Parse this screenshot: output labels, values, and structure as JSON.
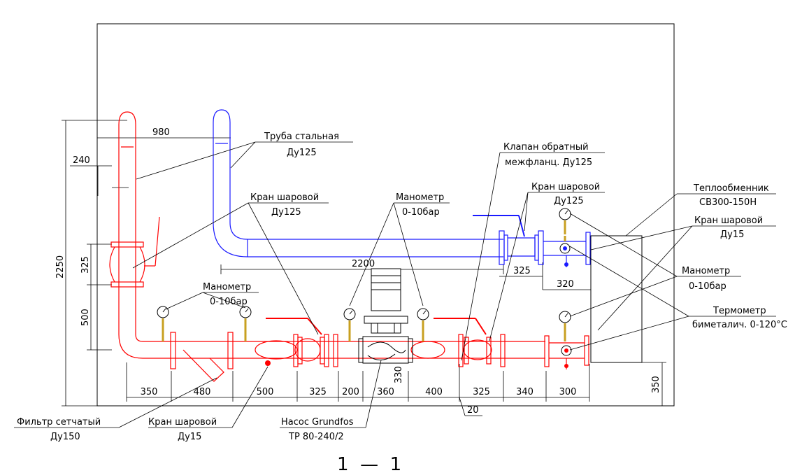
{
  "colors": {
    "hot": "#ff0000",
    "cold": "#1a1aff",
    "line": "#000000",
    "valve_fill": "#c8a020",
    "bg": "#ffffff"
  },
  "labels": {
    "pipe_title": "Труба стальная",
    "pipe_size": "Ду125",
    "ball_valve_title": "Кран шаровой",
    "ball_valve_size": "Ду125",
    "manometer_top_title": "Манометр",
    "manometer_top_range": "0-10бар",
    "check_valve_title": "Клапан обратный",
    "check_valve_size": "межфланц. Ду125",
    "ball_valve_right_title": "Кран шаровой",
    "ball_valve_right_size": "Ду125",
    "exchanger_title": "Теплообменник",
    "exchanger_model": "CB300-150H",
    "ball_valve_small_right_title": "Кран шаровой",
    "ball_valve_small_right_size": "Ду15",
    "manometer_right_title": "Манометр",
    "manometer_right_range": "0-10бар",
    "thermometer_title": "Термометр",
    "thermometer_desc": "биметалич. 0-120°C",
    "manometer_left_title": "Манометр",
    "manometer_left_range": "0-10бар",
    "filter_title": "Фильтр сетчатый",
    "filter_size": "Ду150",
    "ball_valve_small_bottom_title": "Кран шаровой",
    "ball_valve_small_bottom_size": "Ду15",
    "pump_title": "Насос Grundfos",
    "pump_model": "TP 80-240/2",
    "section_mark": "1  —  1"
  },
  "dimensions": {
    "d980": "980",
    "d240": "240",
    "d2250": "2250",
    "d325_vert": "325",
    "d500_vert": "500",
    "d2200": "2200",
    "d325_top": "325",
    "d320": "320",
    "d330": "330",
    "d350_right": "350",
    "d20": "20",
    "bottom_chain": [
      "350",
      "480",
      "500",
      "325",
      "200",
      "360",
      "400",
      "325",
      "340",
      "300"
    ]
  }
}
